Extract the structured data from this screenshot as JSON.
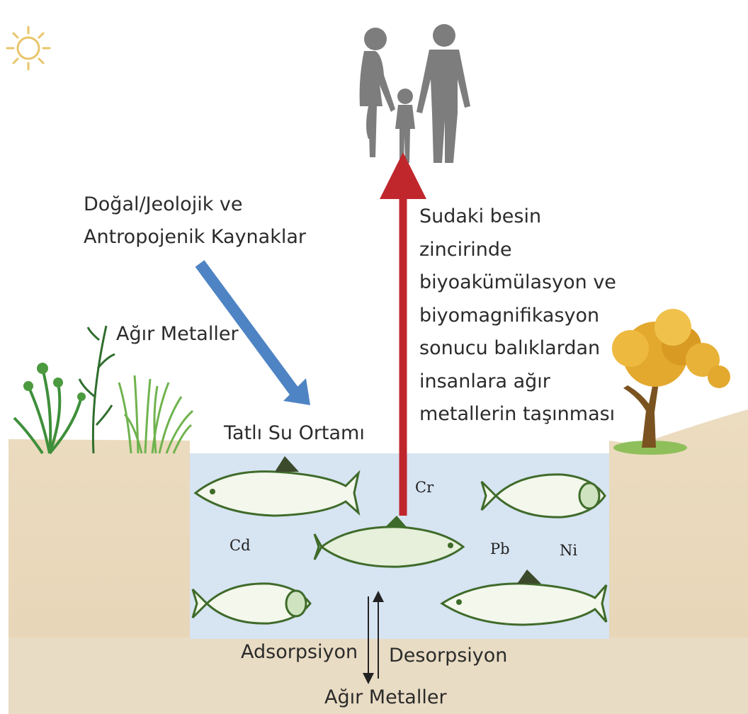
{
  "labels": {
    "sources": [
      "Doğal/Jeolojik ve",
      "Antropojenik Kaynaklar"
    ],
    "heavy_metals_top": "Ağır Metaller",
    "freshwater": "Tatlı Su Ortamı",
    "food_chain": [
      "Sudaki besin",
      "zincirinde",
      "biyoakümülasyon ve",
      "biyomagnifikasyon",
      "sonucu balıklardan",
      "insanlara ağır",
      "metallerin taşınması"
    ],
    "adsorption": "Adsorpsiyon",
    "desorption": "Desorpsiyon",
    "heavy_metals_bottom": "Ağır Metaller"
  },
  "metals": {
    "cd": "Cd",
    "cr": "Cr",
    "pb": "Pb",
    "ni": "Ni"
  },
  "icons": [
    "sun-icon",
    "family-silhouette-icon",
    "fish-icon",
    "tree-icon",
    "grass-icon",
    "plant-icon"
  ],
  "colors": {
    "soil": "#ede0c8",
    "water": "#d7e4f2",
    "blue_arrow": "#4f84c4",
    "red_arrow": "#c0272d",
    "silhouette": "#7d7d7d",
    "fish_outline": "#3f6b2a",
    "tree_foliage": "#e3a92e",
    "grass": "#5fa84a"
  }
}
